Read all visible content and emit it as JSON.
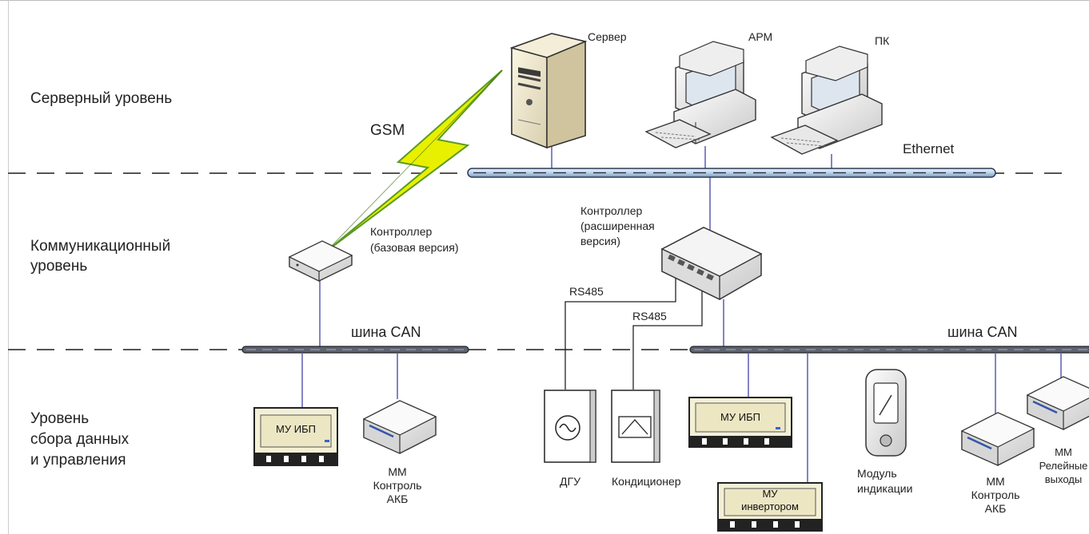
{
  "levels": {
    "server": "Серверный уровень",
    "comm_line1": "Коммуникационный",
    "comm_line2": "уровень",
    "data_line1": "Уровень",
    "data_line2": "сбора данных",
    "data_line3": "и управления"
  },
  "labels": {
    "server": "Сервер",
    "arm": "АРМ",
    "pc": "ПК",
    "gsm": "GSM",
    "ethernet": "Ethernet",
    "ctrl_basic_1": "Контроллер",
    "ctrl_basic_2": "(базовая версия)",
    "ctrl_ext_1": "Контроллер",
    "ctrl_ext_2": "(расширенная",
    "ctrl_ext_3": "версия)",
    "rs485_1": "RS485",
    "rs485_2": "RS485",
    "can_left": "шина CAN",
    "can_right": "шина CAN",
    "mu_ups_left": "МУ ИБП",
    "mu_ups_right": "МУ ИБП",
    "mu_inv_1": "МУ",
    "mu_inv_2": "инвертором",
    "mm_akb_left_1": "ММ",
    "mm_akb_left_2": "Контроль",
    "mm_akb_left_3": "АКБ",
    "dgu": "ДГУ",
    "conditioner": "Кондиционер",
    "indication_1": "Модуль",
    "indication_2": "индикации",
    "mm_akb_right_1": "ММ",
    "mm_akb_right_2": "Контроль",
    "mm_akb_right_3": "АКБ",
    "mm_relay_1": "ММ",
    "mm_relay_2": "Релейные",
    "mm_relay_3": "выходы"
  },
  "colors": {
    "bus_fill": "#bcd6ee",
    "connector": "#5a5ab4",
    "dash": "#555555",
    "gsm_fill": "#e8f000",
    "device_beige": "#f2ecd6"
  },
  "icons": [
    "server-icon",
    "workstation-icon",
    "pc-icon",
    "gsm-bolt-icon",
    "router-icon",
    "switch-icon",
    "ups-panel-icon",
    "battery-module-icon",
    "generator-icon",
    "air-conditioner-icon",
    "display-module-icon"
  ]
}
